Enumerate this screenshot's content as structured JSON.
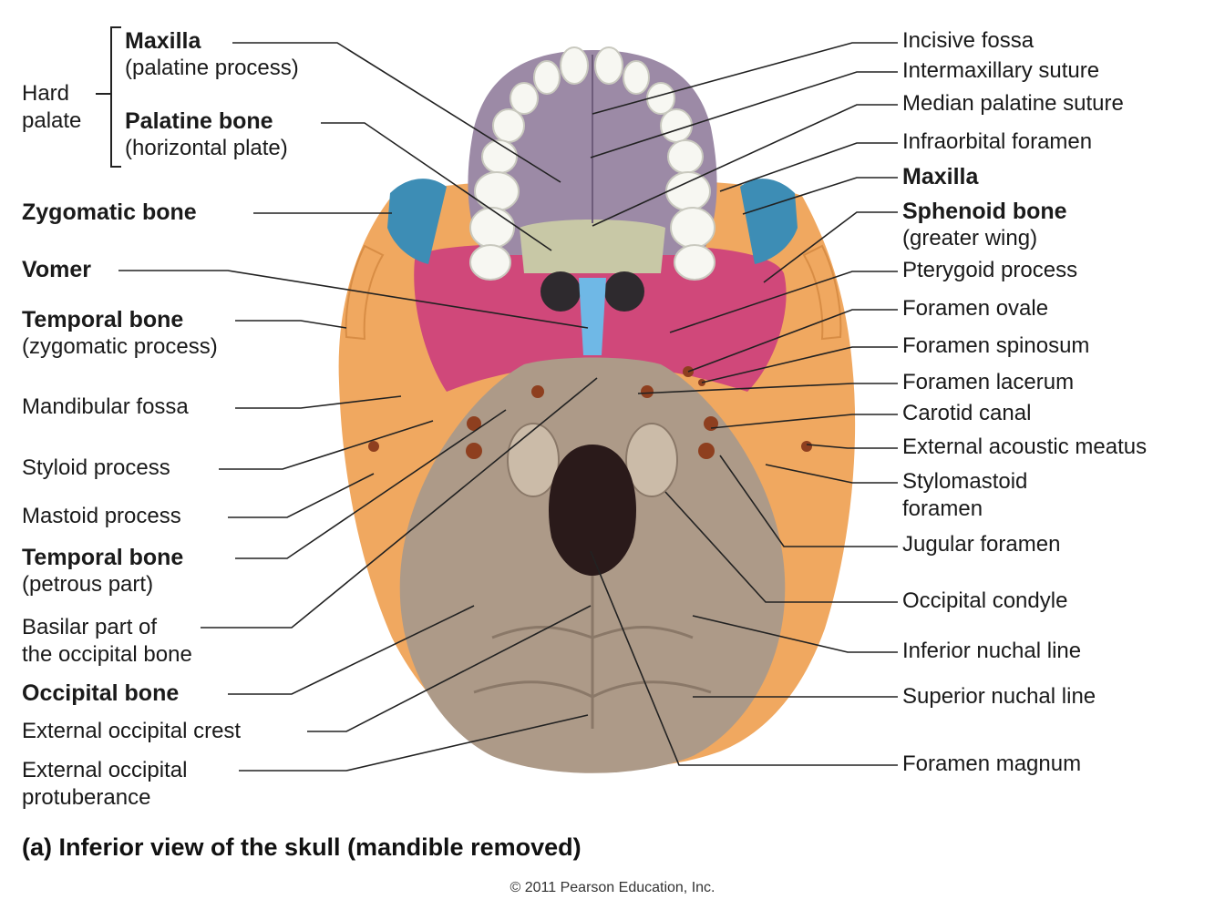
{
  "colors": {
    "maxilla": "#9c8aa6",
    "palatine": "#c8c8a6",
    "sphenoid": "#d0487a",
    "zygomatic": "#3d8db5",
    "vomer": "#6fb8e6",
    "temporal": "#f0a860",
    "occipital": "#ad9a88",
    "teeth": "#f7f7f2",
    "leader": "#222222"
  },
  "hard_palate": {
    "line1": "Hard",
    "line2": "palate"
  },
  "left_labels": {
    "maxilla_title": "Maxilla",
    "maxilla_sub": "(palatine process)",
    "palatine_title": "Palatine bone",
    "palatine_sub": "(horizontal plate)",
    "zygomatic": "Zygomatic bone",
    "vomer": "Vomer",
    "temporal_zyg_title": "Temporal bone",
    "temporal_zyg_sub": "(zygomatic process)",
    "mandibular_fossa": "Mandibular fossa",
    "styloid": "Styloid process",
    "mastoid": "Mastoid process",
    "temporal_pet_title": "Temporal bone",
    "temporal_pet_sub": "(petrous part)",
    "basilar_1": "Basilar part of",
    "basilar_2": "the occipital bone",
    "occipital_bone": "Occipital bone",
    "ext_occ_crest": "External occipital crest",
    "ext_occ_prot_1": "External occipital",
    "ext_occ_prot_2": "protuberance"
  },
  "right_labels": {
    "incisive_fossa": "Incisive fossa",
    "intermaxillary": "Intermaxillary suture",
    "median_palatine": "Median palatine suture",
    "infraorbital": "Infraorbital foramen",
    "maxilla": "Maxilla",
    "sphenoid_title": "Sphenoid bone",
    "sphenoid_sub": "(greater wing)",
    "pterygoid": "Pterygoid process",
    "foramen_ovale": "Foramen ovale",
    "foramen_spinosum": "Foramen spinosum",
    "foramen_lacerum": "Foramen lacerum",
    "carotid_canal": "Carotid canal",
    "ext_acoustic": "External acoustic meatus",
    "stylomastoid_1": "Stylomastoid",
    "stylomastoid_2": "foramen",
    "jugular": "Jugular foramen",
    "occipital_condyle": "Occipital condyle",
    "inferior_nuchal": "Inferior nuchal line",
    "superior_nuchal": "Superior nuchal line",
    "foramen_magnum": "Foramen magnum"
  },
  "caption": "(a) Inferior view of the skull (mandible removed)",
  "copyright": "© 2011 Pearson Education, Inc."
}
